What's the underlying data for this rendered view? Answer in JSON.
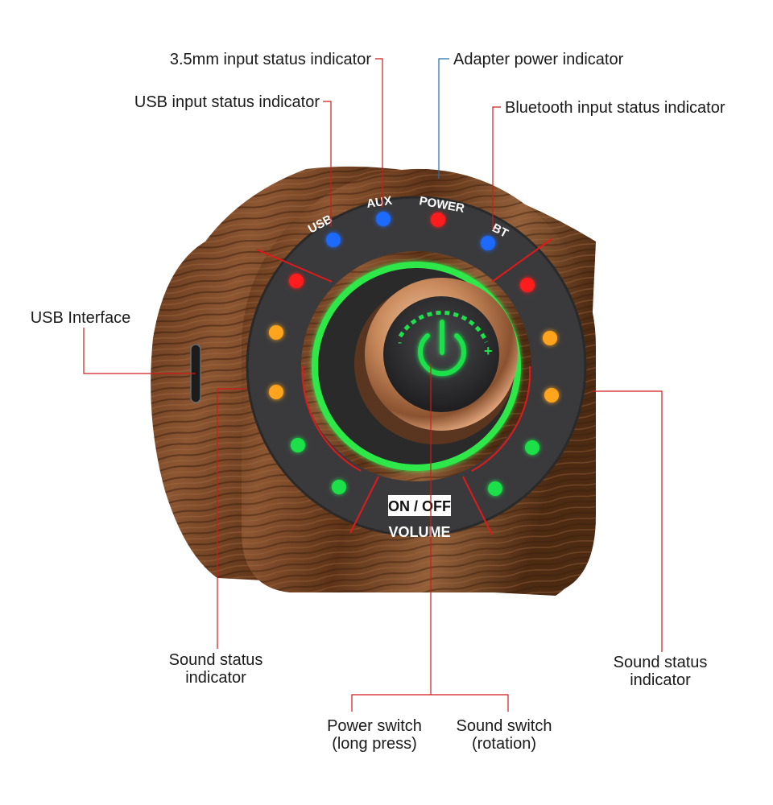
{
  "labels": {
    "aux_input": "3.5mm input status indicator",
    "adapter_power": "Adapter power indicator",
    "usb_input": "USB input status indicator",
    "bt_input": "Bluetooth input status indicator",
    "usb_interface": "USB Interface",
    "sound_left_line1": "Sound status",
    "sound_left_line2": "indicator",
    "sound_right_line1": "Sound status",
    "sound_right_line2": "indicator",
    "power_switch_line1": "Power switch",
    "power_switch_line2": "(long press)",
    "sound_switch_line1": "Sound switch",
    "sound_switch_line2": "(rotation)"
  },
  "device": {
    "usb_label": "USB",
    "aux_label": "AUX",
    "power_label": "POWER",
    "bt_label": "BT",
    "onoff_label": "ON / OFF",
    "volume_label": "VOLUME",
    "minus_sign": "-",
    "plus_sign": "+"
  },
  "indicators": {
    "usb_color": "blue",
    "aux_color": "blue",
    "power_color": "red",
    "bt_color": "blue",
    "sound_levels": [
      "red",
      "orange",
      "orange",
      "green",
      "green"
    ]
  },
  "colors": {
    "callout_line": "#d11a1a",
    "callout_line_power": "#1f6fb5",
    "led_red": "#ff1a1a",
    "led_orange": "#ffa41a",
    "led_green": "#1ee04a",
    "led_blue": "#1a6bff",
    "ring_green": "#2ee84a",
    "wood_dark": "#4a2a14",
    "wood_light": "#8a5530",
    "panel": "#3a3a3c",
    "knob": "#c88a5e"
  }
}
